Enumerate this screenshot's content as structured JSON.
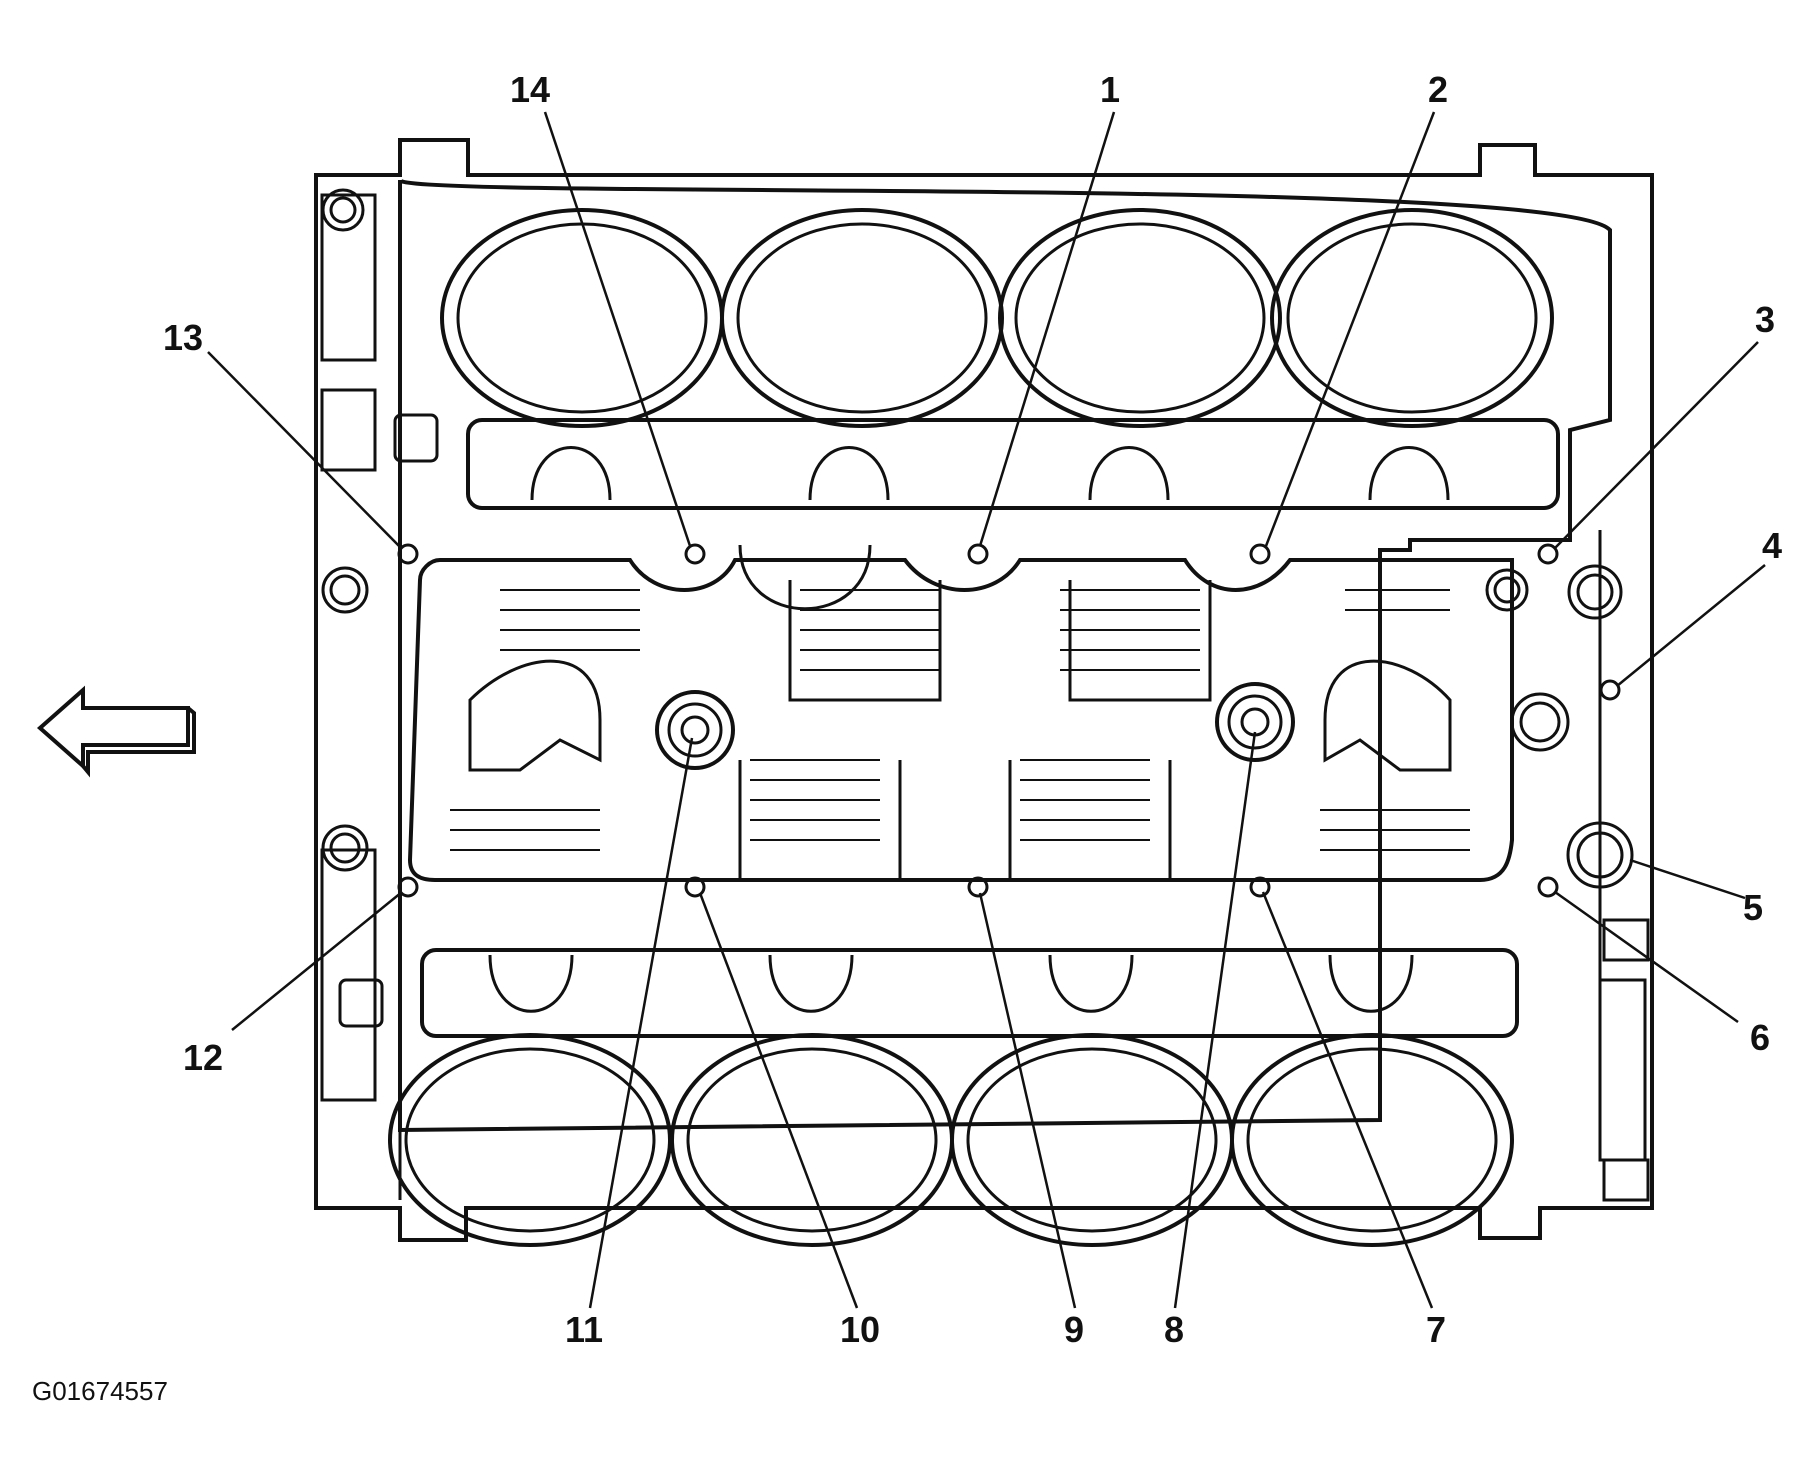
{
  "figure_id": "G01674557",
  "callouts": [
    "1",
    "2",
    "3",
    "4",
    "5",
    "6",
    "7",
    "8",
    "9",
    "10",
    "11",
    "12",
    "13",
    "14"
  ],
  "direction_arrow": "left-arrow-icon",
  "colors": {
    "ink": "#111111",
    "paper": "#ffffff"
  }
}
